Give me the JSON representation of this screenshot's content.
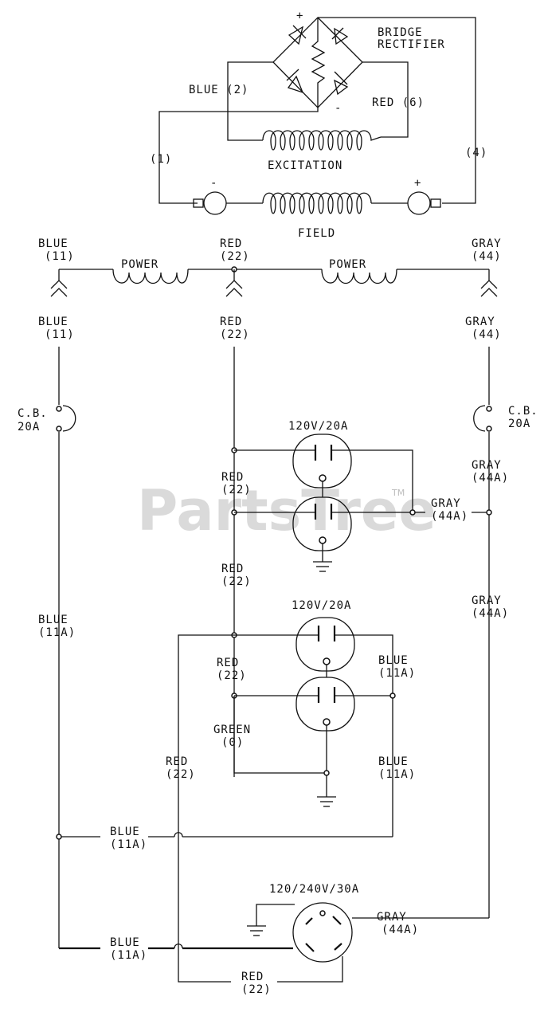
{
  "watermark": {
    "text": "PartsTree",
    "tm": "TM"
  },
  "rectifier": {
    "title1": "BRIDGE",
    "title2": "RECTIFIER",
    "plus": "+",
    "minus": "-"
  },
  "excitation": {
    "label": "EXCITATION",
    "blue": "BLUE (2)",
    "red": "RED (6)",
    "wire1": "(1)",
    "wire4": "(4)"
  },
  "field": {
    "label": "FIELD",
    "minus": "-",
    "plus": "+"
  },
  "power": {
    "coil1": "POWER",
    "coil2": "POWER"
  },
  "top_labels": {
    "blue_a": "BLUE",
    "blue_a_n": "(11)",
    "red_a": "RED",
    "red_a_n": "(22)",
    "gray_a": "GRAY",
    "gray_a_n": "(44)",
    "blue_b": "BLUE",
    "blue_b_n": "(11)",
    "red_b": "RED",
    "red_b_n": "(22)",
    "gray_b": "GRAY",
    "gray_b_n": "(44)"
  },
  "breakers": {
    "left_cb": "C.B.",
    "left_rating": "20A",
    "right_cb": "C.B.",
    "right_rating": "20A"
  },
  "outlet1": {
    "rating": "120V/20A",
    "red": "RED",
    "red_n": "(22)",
    "gray": "GRAY",
    "gray_n": "(44A)",
    "gray_r": "GRAY",
    "gray_r_n": "(44A)",
    "red_b": "RED",
    "red_b_n": "(22)"
  },
  "outlet2": {
    "rating": "120V/20A",
    "red": "RED",
    "red_n": "(22)",
    "blue": "BLUE",
    "blue_n": "(11A)",
    "green": "GREEN",
    "green_n": "(0)",
    "blue2": "BLUE",
    "blue2_n": "(11A)",
    "red2": "RED",
    "red2_n": "(22)"
  },
  "side_labels": {
    "blue_left": "BLUE",
    "blue_left_n": "(11A)",
    "gray_right": "GRAY",
    "gray_right_n": "(44A)"
  },
  "bottom": {
    "blue1": "BLUE",
    "blue1_n": "(11A)",
    "blue2": "BLUE",
    "blue2_n": "(11A)",
    "rating": "120/240V/30A",
    "gray": "GRAY",
    "gray_n": "(44A)",
    "red": "RED",
    "red_n": "(22)"
  }
}
